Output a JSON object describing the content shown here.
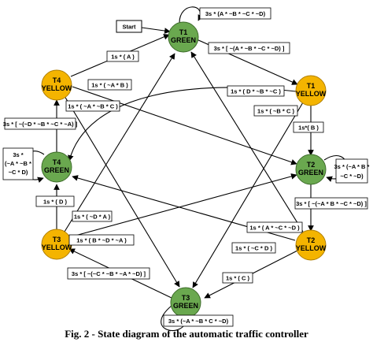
{
  "caption": "Fig. 2 - State diagram of the automatic traffic controller",
  "start_label": "Start",
  "colors": {
    "green": "#6aa84f",
    "yellow": "#f4b400",
    "stroke": "#000000"
  },
  "states": {
    "t1": {
      "name": "T1",
      "color": "GREEN"
    },
    "t1y": {
      "name": "T1",
      "color": "YELLOW"
    },
    "t2": {
      "name": "T2",
      "color": "GREEN"
    },
    "t2y": {
      "name": "T2",
      "color": "YELLOW"
    },
    "t3": {
      "name": "T3",
      "color": "GREEN"
    },
    "t3y": {
      "name": "T3",
      "color": "YELLOW"
    },
    "t4": {
      "name": "T4",
      "color": "GREEN"
    },
    "t4y": {
      "name": "T4",
      "color": "YELLOW"
    }
  },
  "labels": {
    "t1_self": "3s * (A * ~B * ~C * ~D)",
    "t1_to_t1y": "3s * [ ~(A * ~B * ~C * ~D) ]",
    "t1y_to_t2": "1s*( B )",
    "t2_self_1": "3s * (~A * B *",
    "t2_self_2": "~C * ~D)",
    "t2_to_t2y": "3s * [ ~(~A * B * ~C * ~D) ]",
    "t2y_to_t3": "1s * ( C )",
    "t3_self": "3s * (~A * ~B * C * ~D)",
    "t3_to_t3y": "3s * [ ~(~C * ~B * ~A * ~D) ]",
    "t3y_to_t4": "1s * ( D )",
    "t4_self_1": "3s *",
    "t4_self_2": "(~A * ~B *",
    "t4_self_3": "~C * D)",
    "t4_to_t4y": "3s * [ ~(~D * ~B * ~C * ~A) ]",
    "t4y_to_t1": "1s * ( A )",
    "t4y_to_t2": "1s * ( ~A * B )",
    "t4y_to_t3": "1s * ( ~A * ~B * C )",
    "t1y_to_t4": "1s * ( D * ~B * ~C )",
    "t1y_to_t3": "1s * ( ~B * C )",
    "t2y_to_t1": "1s * ( A * ~C * ~D )",
    "t2y_to_t4": "1s * ( ~C * D )",
    "t3y_to_t2": "1s * ( B * ~D * ~A )",
    "t3y_to_t1": "1s * ( ~D * A )"
  }
}
